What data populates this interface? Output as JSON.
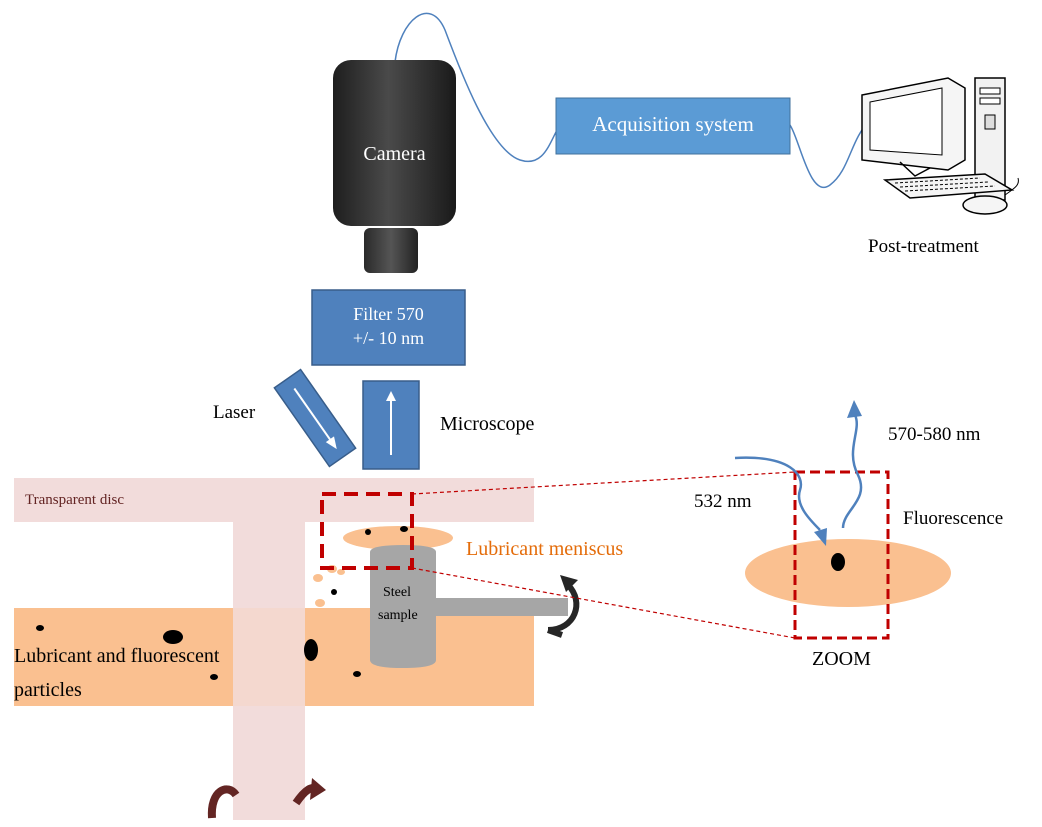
{
  "labels": {
    "camera": "Camera",
    "acquisition": "Acquisition system",
    "post_treatment": "Post-treatment",
    "filter_line1": "Filter 570",
    "filter_line2": "+/- 10 nm",
    "laser": "Laser",
    "microscope": "Microscope",
    "transparent_disc": "Transparent disc",
    "lubricant_meniscus": "Lubricant meniscus",
    "steel_sample_line1": "Steel",
    "steel_sample_line2": "sample",
    "lubricant_particles_line1": "Lubricant and fluorescent",
    "lubricant_particles_line2": "particles",
    "wavelength_in": "532 nm",
    "wavelength_out": "570-580 nm",
    "fluorescence": "Fluorescence",
    "zoom": "ZOOM"
  },
  "colors": {
    "camera_body": "#2b2b2b",
    "box_blue": "#4f81bd",
    "box_blue_border": "#385d8a",
    "acquisition_fill": "#5b9bd5",
    "disc_pink": "#f2dcdb",
    "lubricant_orange": "#fac090",
    "steel_gray": "#a6a6a6",
    "zoom_red": "#c00000",
    "meniscus_text": "#e46c0a",
    "disc_text": "#632423",
    "arrow_dark_red": "#632523"
  }
}
